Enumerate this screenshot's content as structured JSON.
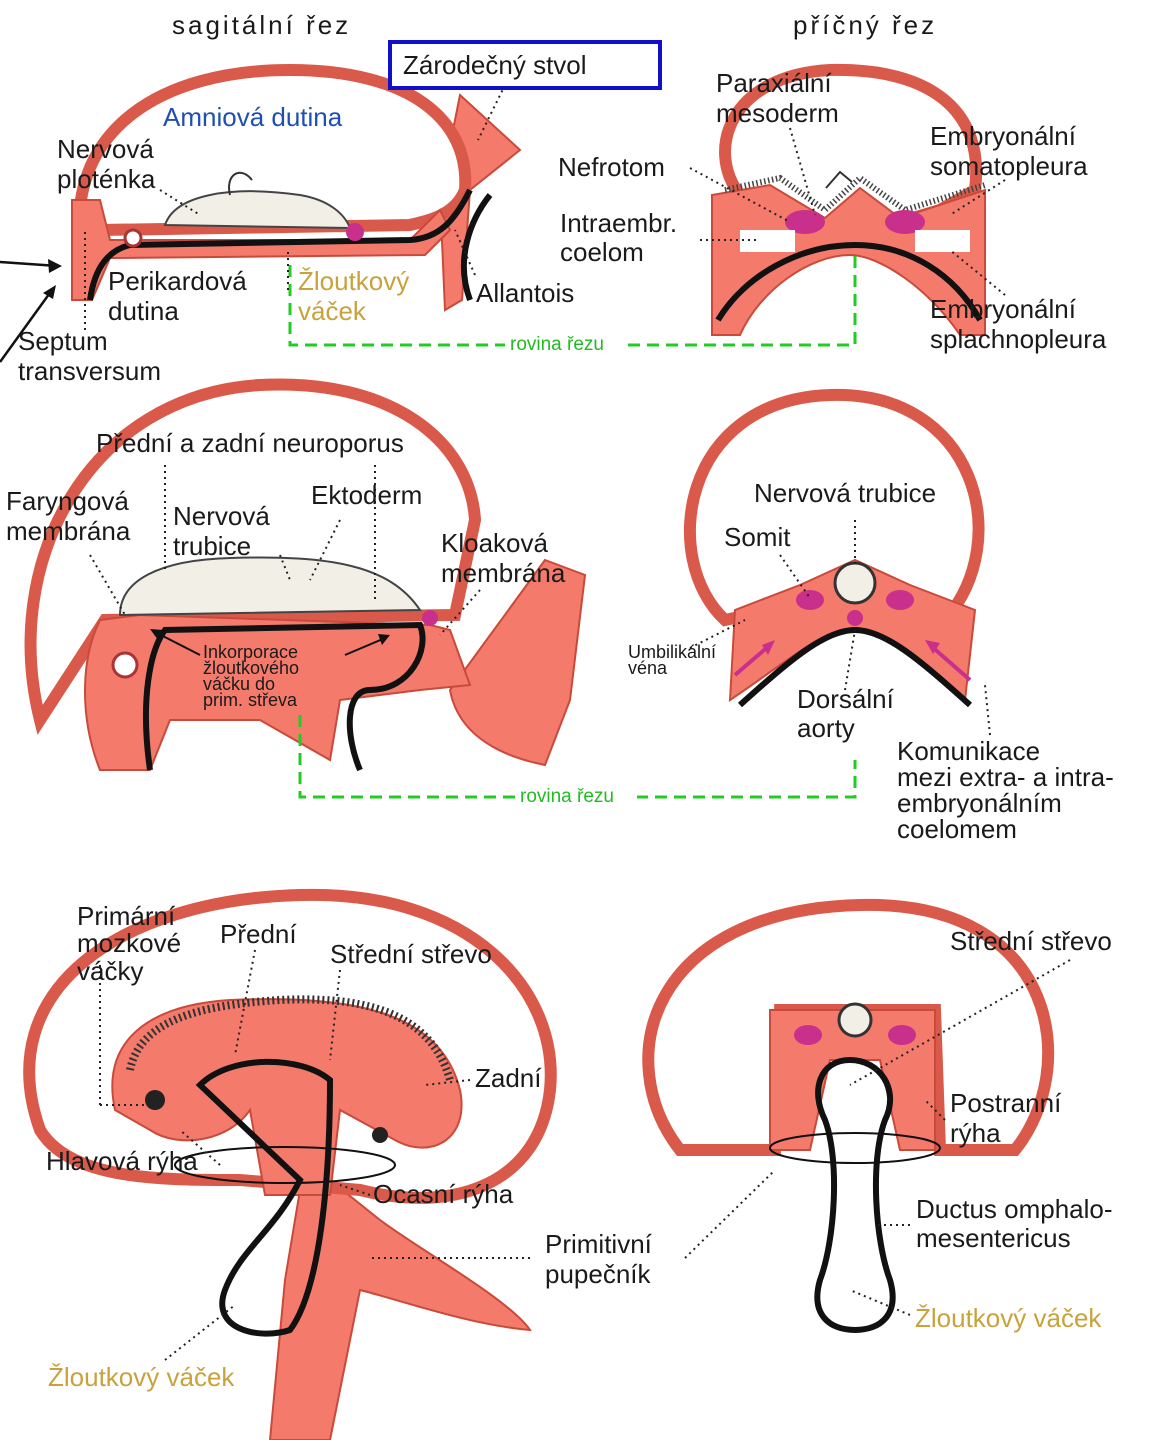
{
  "headings": {
    "sagittal": "sagitální řez",
    "transverse": "příčný řez"
  },
  "row1": {
    "boxed_label": "Zárodečný stvol",
    "amnion": "Amniová dutina",
    "neural_plate": [
      "Nervová",
      "ploténka"
    ],
    "pericardial": [
      "Perikardová",
      "dutina"
    ],
    "yolk_sac": [
      "Žloutkový",
      "váček"
    ],
    "allantois": "Allantois",
    "septum": [
      "Septum",
      "transversum"
    ],
    "paraxial": [
      "Paraxiální",
      "mesoderm"
    ],
    "nephrotome": "Nefrotom",
    "intra_coelom": [
      "Intraembr.",
      "coelom"
    ],
    "somatopleura": [
      "Embryonální",
      "somatopleura"
    ],
    "splanchnopleura": [
      "Embryonální",
      "splachnopleura"
    ],
    "cut_plane": "rovina řezu"
  },
  "row2": {
    "neuropores": "Přední a zadní neuroporus",
    "pharyngeal": [
      "Faryngová",
      "membrána"
    ],
    "neural_tube": [
      "Nervová",
      "trubice"
    ],
    "ectoderm": "Ektoderm",
    "cloacal": [
      "Kloaková",
      "membrána"
    ],
    "incorporation": [
      "Inkorporace",
      "žloutkového",
      "váčku do",
      "prim. střeva"
    ],
    "cut_plane": "rovina řezu",
    "neural_tube_tr": "Nervová trubice",
    "somit": "Somit",
    "umbilical": [
      "Umbilikální",
      "véna"
    ],
    "dorsal_aorta": [
      "Dorsální",
      "aorty"
    ],
    "communication": [
      "Komunikace",
      "mezi extra- a intra-",
      "embryonálním",
      "coelomem"
    ]
  },
  "row3": {
    "brain_vesicles": [
      "Primární",
      "mozkové",
      "váčky"
    ],
    "fore": "Přední",
    "midgut": "Střední střevo",
    "hind": "Zadní",
    "head_fold": "Hlavová rýha",
    "tail_fold": "Ocasní rýha",
    "umbilical_cord": [
      "Primitivní",
      "pupečník"
    ],
    "yolk_sac_left": "Žloutkový váček",
    "midgut_tr": "Střední střevo",
    "lateral_fold": [
      "Postranní",
      "rýha"
    ],
    "duct": [
      "Ductus omphalo-",
      "mesentericus"
    ],
    "yolk_sac_right": "Žloutkový váček"
  },
  "colors": {
    "tissue": "#f47a6c",
    "outline": "#d95a4a",
    "blue_label": "#1e4fb4",
    "gold_label": "#c8a23c",
    "cut_line": "#22cc22",
    "box": "#1010cc"
  }
}
